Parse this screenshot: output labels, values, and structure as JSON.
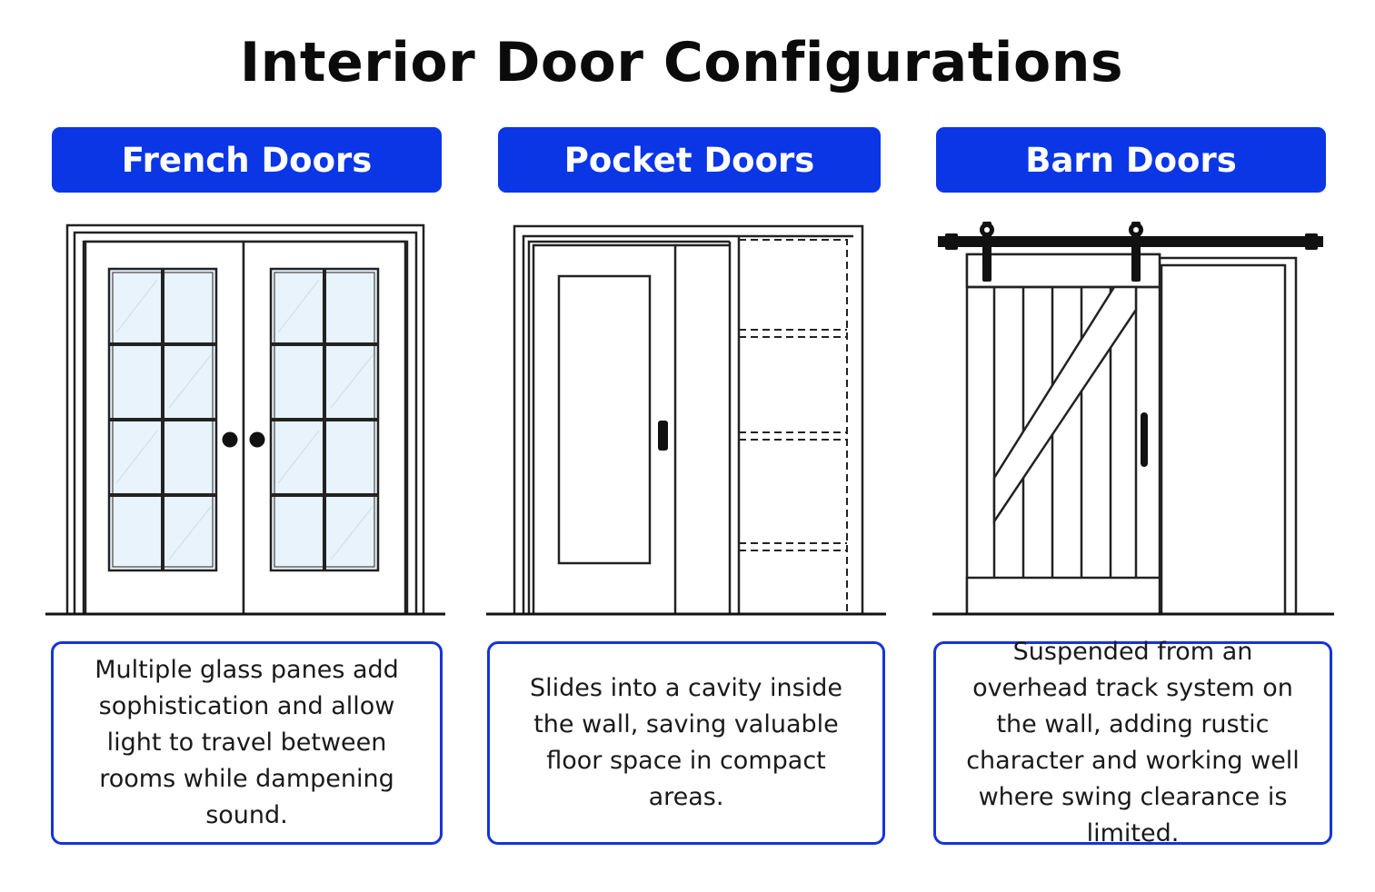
{
  "title": "Interior Door Configurations",
  "accent_color": "#0a36e6",
  "panels": [
    {
      "heading": "French Doors",
      "illustration_icon": "french-doors-icon",
      "description": "Multiple glass panes add sophistication and allow light to travel between rooms while dampening sound."
    },
    {
      "heading": "Pocket Doors",
      "illustration_icon": "pocket-door-icon",
      "description": "Slides into a cavity inside the wall, saving valuable floor space in compact areas."
    },
    {
      "heading": "Barn Doors",
      "illustration_icon": "barn-door-icon",
      "description": "Suspended from an overhead track system on the wall, adding rustic character and working well where swing clearance is limited."
    }
  ]
}
